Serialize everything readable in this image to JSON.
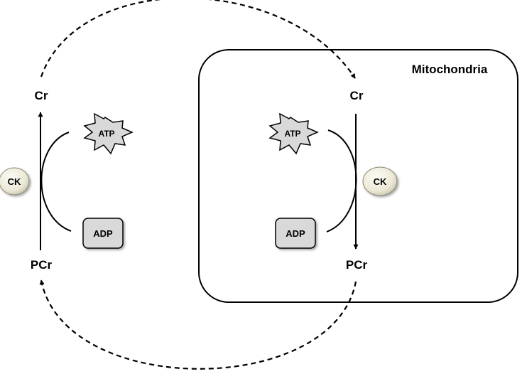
{
  "mitochondria_label": "Mitochondria",
  "cytosol": {
    "cr_label": "Cr",
    "pcr_label": "PCr",
    "atp_label": "ATP",
    "adp_label": "ADP",
    "ck_label": "CK"
  },
  "mito": {
    "cr_label": "Cr",
    "pcr_label": "PCr",
    "atp_label": "ATP",
    "adp_label": "ADP",
    "ck_label": "CK"
  },
  "colors": {
    "line": "#000000",
    "badge_fill": "#d9d9d9",
    "ck_fill_light": "#fbfbf2",
    "ck_fill_dark": "#d6d2b8"
  }
}
